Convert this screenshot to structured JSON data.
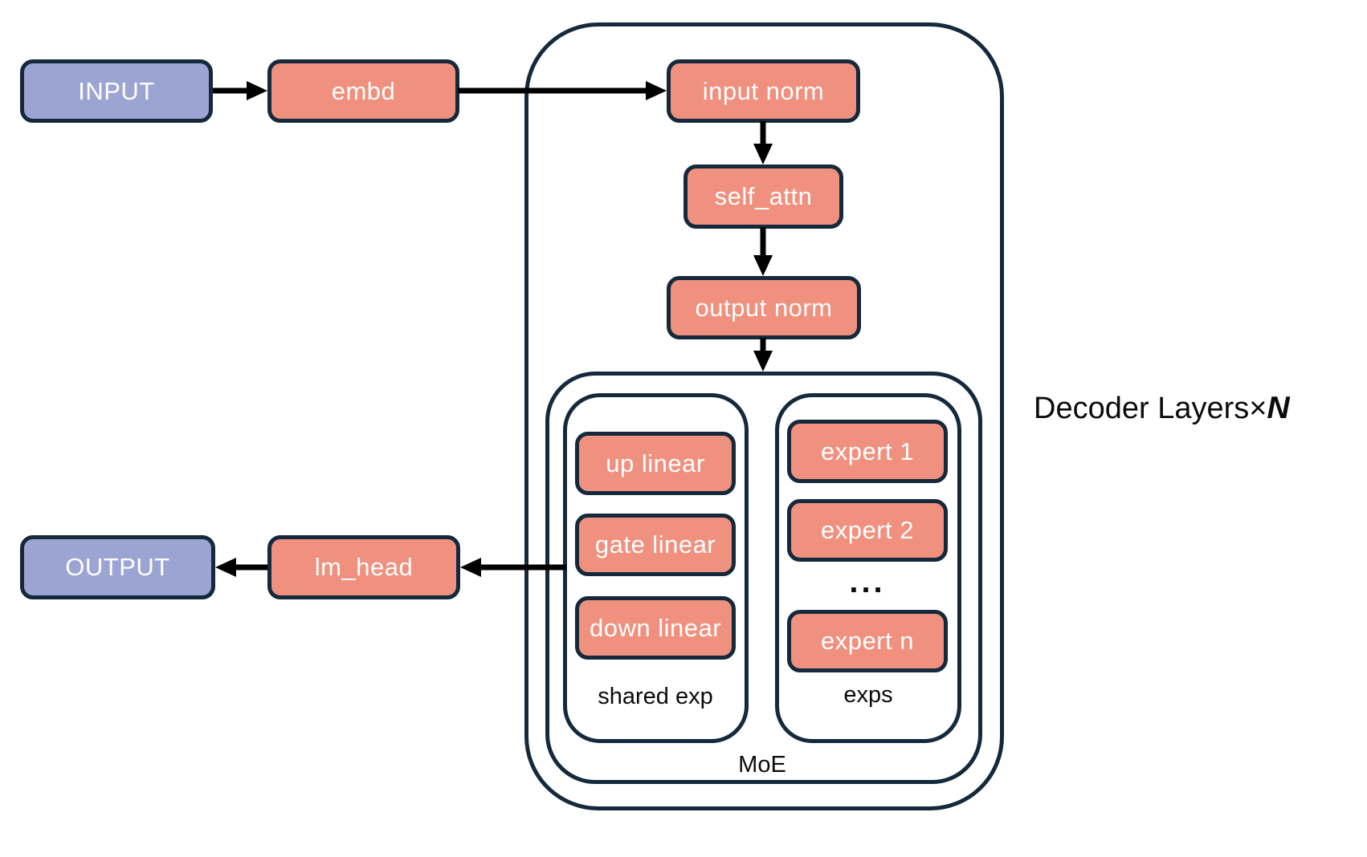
{
  "diagram": {
    "io_nodes": {
      "input": "INPUT",
      "output": "OUTPUT"
    },
    "blocks": {
      "embd": "embd",
      "lm_head": "lm_head",
      "input_norm": "input norm",
      "self_attn": "self_attn",
      "output_norm": "output norm"
    },
    "decoder": {
      "label": "Decoder Layers",
      "times_sign": "×",
      "repeat_var": "N"
    },
    "moe": {
      "label": "MoE",
      "shared_exp": {
        "label": "shared exp",
        "blocks": [
          "up linear",
          "gate linear",
          "down linear"
        ]
      },
      "exps": {
        "label": "exps",
        "blocks": [
          "expert 1",
          "expert 2",
          "expert n"
        ],
        "ellipsis": "..."
      }
    },
    "colors": {
      "salmon": "#F0907E",
      "purple": "#9CA4D3",
      "border": "#14293B",
      "arrow": "#000000",
      "text_light": "#FFFFFF",
      "text_dark": "#0B0B0B",
      "background": "#FFFFFF"
    }
  }
}
